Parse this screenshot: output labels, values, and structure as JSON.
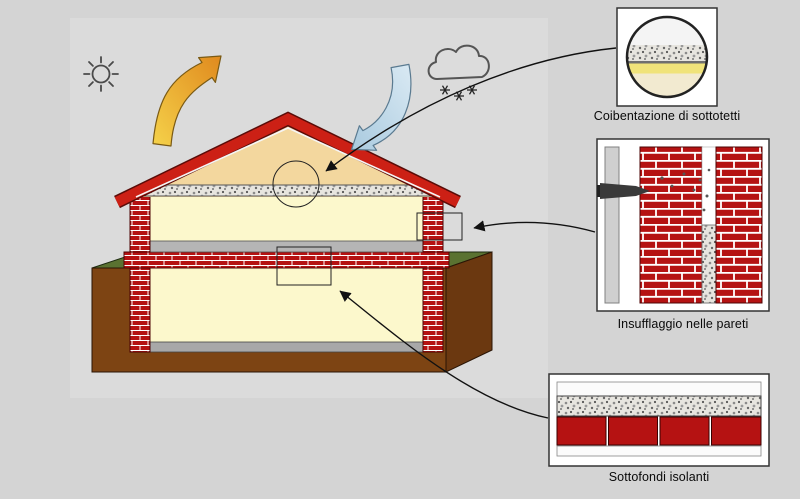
{
  "callouts": {
    "attic": {
      "label": "Coibentazione di sottotetti"
    },
    "walls": {
      "label": "Insufflaggio nelle pareti"
    },
    "floor": {
      "label": "Sottofondi isolanti"
    }
  },
  "icons": {
    "sun": "sun-icon",
    "snow_cloud": "snow-cloud-icon",
    "snowflake": "snowflake-icon"
  },
  "colors": {
    "background": "#d4d4d4",
    "panel": "#dbdbdb",
    "roof_red": "#cc2015",
    "brick_red": "#b51212",
    "attic_fill": "#f3d79e",
    "interior_yellow": "#fcf8cc",
    "foundation_brown": "#7d4413",
    "ground_green": "#5a7231",
    "warm_arrow_orange": "#eab33c",
    "cold_arrow_blue": "#bcd7ea"
  }
}
